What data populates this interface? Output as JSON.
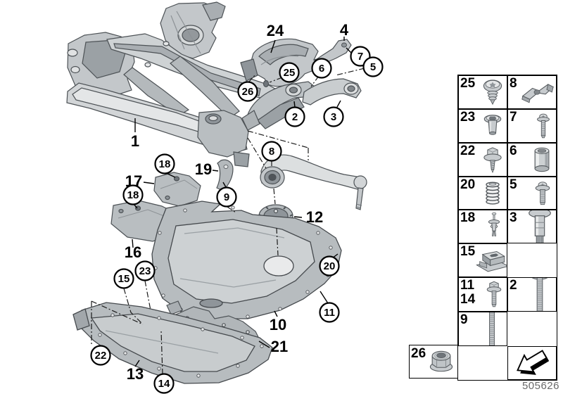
{
  "page": {
    "doc_number": "505626",
    "background": "#ffffff",
    "line_color": "#000000",
    "part_gray": "#c3c7ca"
  },
  "diagram": {
    "part_labels": [
      "1",
      "24",
      "4",
      "19",
      "17",
      "16",
      "12",
      "10",
      "21",
      "13"
    ],
    "callouts": [
      "7",
      "5",
      "6",
      "25",
      "26",
      "2",
      "3",
      "8",
      "18",
      "18",
      "9",
      "23",
      "15",
      "20",
      "11",
      "22",
      "14"
    ],
    "parts": [
      "front-axle-subframe",
      "heat-shield",
      "holder-bracket",
      "support-bracket",
      "subframe-extension",
      "control-arm",
      "stone-guard-disc",
      "deflector-bracket",
      "cover-bracket-right",
      "cover-bracket-left",
      "underbody-shield-center",
      "underbody-shield-front",
      "connection-bracket"
    ]
  },
  "legend": {
    "col1": [
      {
        "label": "25",
        "icon": "pan-head-screw-icon"
      },
      {
        "label": "23",
        "icon": "rivet-nut-icon"
      },
      {
        "label": "22",
        "icon": "flange-screw-icon"
      },
      {
        "label": "20",
        "icon": "coil-spring-icon"
      },
      {
        "label": "18",
        "icon": "expansion-rivet-icon"
      },
      {
        "label": "15",
        "icon": "cage-nut-icon"
      },
      {
        "label": "11",
        "label2": "14",
        "icon": "hex-screw-washer-icon"
      },
      {
        "label": "9",
        "icon": "long-torx-screw-icon"
      }
    ],
    "col2": [
      {
        "label": "8",
        "icon": "retaining-clip-icon"
      },
      {
        "label": "7",
        "icon": "small-screw-icon"
      },
      {
        "label": "6",
        "icon": "spacer-sleeve-icon"
      },
      {
        "label": "5",
        "icon": "washer-screw-icon"
      },
      {
        "label": "3",
        "icon": "hex-bolt-washer-icon"
      },
      {
        "label": "2",
        "icon": "long-hex-bolt-icon"
      },
      {
        "label": "",
        "icon": "direction-arrow-icon"
      }
    ],
    "nut_cell": {
      "label": "26",
      "icon": "flange-nut-icon"
    }
  }
}
